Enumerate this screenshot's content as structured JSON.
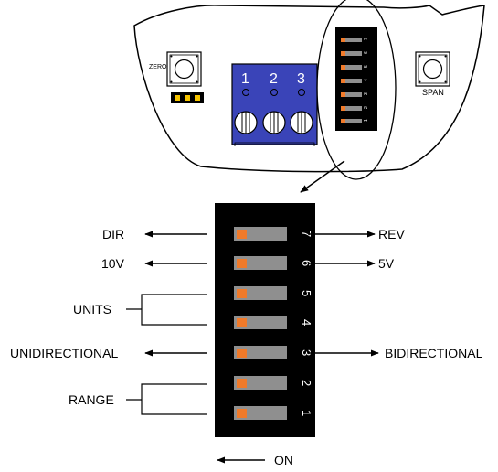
{
  "board": {
    "zero_label": "ZERO",
    "span_label": "SPAN",
    "terminals": [
      "1",
      "2",
      "3"
    ]
  },
  "dip": {
    "switch_numbers": [
      "7",
      "6",
      "5",
      "4",
      "3",
      "2",
      "1"
    ],
    "mini_numbers": [
      "7",
      "6",
      "5",
      "4",
      "3",
      "2",
      "1"
    ]
  },
  "labels": {
    "dir": "DIR",
    "rev": "REV",
    "v10": "10V",
    "v5": "5V",
    "units": "UNITS",
    "unidirectional": "UNIDIRECTIONAL",
    "bidirectional": "BIDIRECTIONAL",
    "range": "RANGE",
    "on": "ON"
  },
  "colors": {
    "switch_block": "#000000",
    "slider": "#8f8f8f",
    "actuator": "#f07a2a",
    "terminal_block": "#3a44b8",
    "jumper": "#f5c400"
  }
}
